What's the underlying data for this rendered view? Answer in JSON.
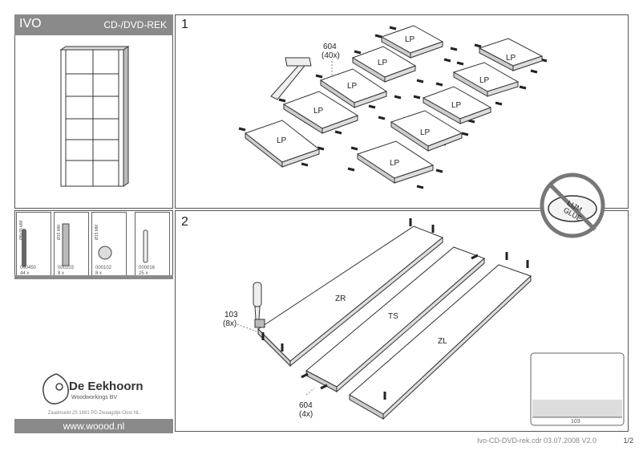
{
  "header": {
    "model": "IVO",
    "product": "CD-/DVD-REK"
  },
  "steps": {
    "step1": "1",
    "step2": "2"
  },
  "step1": {
    "panel_label": "LP",
    "dowel_count": "604",
    "dowel_qty": "(40x)"
  },
  "step2": {
    "cam_count": "103",
    "cam_qty": "(8x)",
    "dowel_count": "604",
    "dowel_qty": "(4x)",
    "panel_zr": "ZR",
    "panel_ts": "TS",
    "panel_zl": "ZL",
    "detail_label": "103"
  },
  "glue": {
    "line1": "LIJM",
    "line2": "GLUE"
  },
  "parts": [
    {
      "code": "000450",
      "qty": "44 x",
      "size": "Ø8x35 MM"
    },
    {
      "code": "000103",
      "qty": "8 x",
      "size": "Ø15 MM"
    },
    {
      "code": "000102",
      "qty": "8 x",
      "size": "Ø15 MM"
    },
    {
      "code": "000016",
      "qty": "25 x",
      "size": ""
    }
  ],
  "brand": {
    "name": "De Eekhoorn",
    "sub": "Woodworkings BV",
    "address": "Zaadmarkt 25   1681 PD Zwaagdijk-Oost NL",
    "website": "www.woood.nl"
  },
  "footer": {
    "file": "Ivo-CD-DVD-rek.cdr 03.07.2008 V2.0",
    "page": "1/2"
  }
}
